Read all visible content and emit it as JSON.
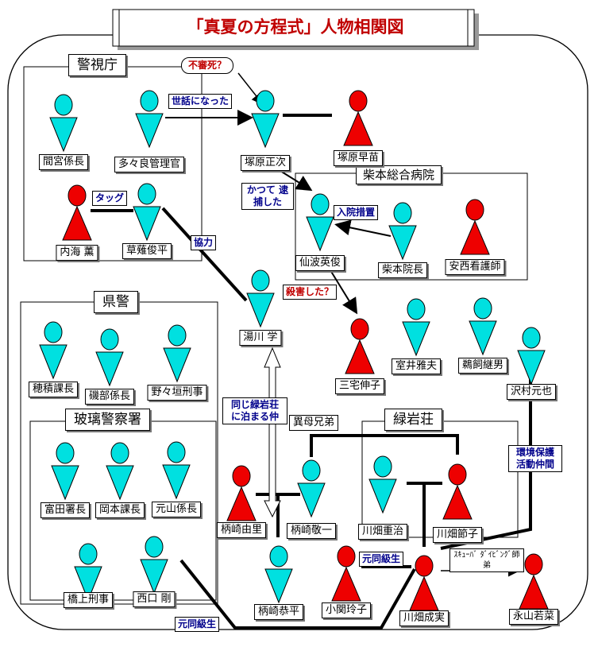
{
  "title": "「真夏の方程式」人物相関図",
  "groups": {
    "keishicho": "警視庁",
    "kenkei": "県警",
    "hari": "玻璃警察署",
    "shibamoto": "柴本総合病院",
    "ryokuganso": "緑岩荘"
  },
  "people": [
    {
      "id": "mamiya",
      "name": "間宮係長",
      "gender": "male"
    },
    {
      "id": "tatara",
      "name": "多々良管理官",
      "gender": "male"
    },
    {
      "id": "tsukahara_m",
      "name": "塚原正次",
      "gender": "male"
    },
    {
      "id": "tsukahara_f",
      "name": "塚原早苗",
      "gender": "female"
    },
    {
      "id": "utsumi",
      "name": "内海 薫",
      "gender": "female"
    },
    {
      "id": "kusanagi",
      "name": "草薙俊平",
      "gender": "male"
    },
    {
      "id": "senba",
      "name": "仙波英俊",
      "gender": "male"
    },
    {
      "id": "shibamoto",
      "name": "柴本院長",
      "gender": "male"
    },
    {
      "id": "anzai",
      "name": "安西看護師",
      "gender": "female"
    },
    {
      "id": "yukawa",
      "name": "湯川 学",
      "gender": "male"
    },
    {
      "id": "miyake",
      "name": "三宅伸子",
      "gender": "female"
    },
    {
      "id": "muroi",
      "name": "室井雅夫",
      "gender": "male"
    },
    {
      "id": "ukai",
      "name": "鵜飼継男",
      "gender": "male"
    },
    {
      "id": "sawamura",
      "name": "沢村元也",
      "gender": "male"
    },
    {
      "id": "hozumi",
      "name": "穂積課長",
      "gender": "male"
    },
    {
      "id": "isobe",
      "name": "磯部係長",
      "gender": "male"
    },
    {
      "id": "nonogaki",
      "name": "野々垣刑事",
      "gender": "male"
    },
    {
      "id": "tomita",
      "name": "富田署長",
      "gender": "male"
    },
    {
      "id": "okamoto",
      "name": "岡本課長",
      "gender": "male"
    },
    {
      "id": "motoyama",
      "name": "元山係長",
      "gender": "male"
    },
    {
      "id": "hashigami",
      "name": "橋上刑事",
      "gender": "male"
    },
    {
      "id": "nishiguchi",
      "name": "西口 剛",
      "gender": "male"
    },
    {
      "id": "emiri",
      "name": "柄崎由里",
      "gender": "female"
    },
    {
      "id": "keiichi",
      "name": "柄崎敬一",
      "gender": "male"
    },
    {
      "id": "kyohei",
      "name": "柄崎恭平",
      "gender": "male"
    },
    {
      "id": "koseki",
      "name": "小関玲子",
      "gender": "female"
    },
    {
      "id": "shigeharu",
      "name": "川畑重治",
      "gender": "male"
    },
    {
      "id": "setsuko",
      "name": "川畑節子",
      "gender": "female"
    },
    {
      "id": "narumi",
      "name": "川畑成実",
      "gender": "female"
    },
    {
      "id": "wakana",
      "name": "永山若菜",
      "gender": "female"
    }
  ],
  "relations": {
    "fushinshi": "不審死？",
    "sewa": "世話になった",
    "tag": "タッグ",
    "kyoryoku": "協力",
    "taiho": "かつて 逮捕した",
    "nyuin": "入院措置",
    "satsugai": "殺害した？",
    "onaji": "同じ緑岩荘 に泊まる仲",
    "ibo": "異母兄弟",
    "kankyo": "環境保護 活動仲間",
    "dokyusei1": "元同級生",
    "dokyusei2": "元同級生",
    "scuba": "ｽｷｭｰﾊﾞ ﾀﾞｲﾋﾞﾝｸﾞ師弟"
  },
  "colors": {
    "male": "#00e0e0",
    "female": "#ee0000",
    "line": "#000000"
  }
}
